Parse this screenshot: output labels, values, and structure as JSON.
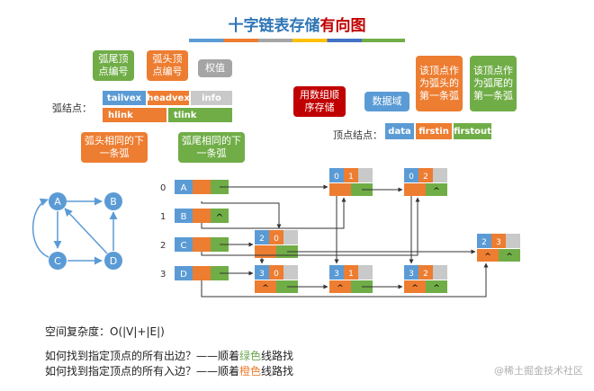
{
  "title": {
    "main": "十字链表存储",
    "highlight": "有向图"
  },
  "colors": {
    "blue": "#5b9bd5",
    "orange": "#ed7d31",
    "green": "#70ad47",
    "gray": "#c9c9c9",
    "red": "#c00000"
  },
  "arc_node": {
    "label": "弧结点：",
    "fields": {
      "tailvex": "tailvex",
      "headvex": "headvex",
      "info": "info",
      "hlink": "hlink",
      "tlink": "tlink"
    },
    "notes": {
      "tail_num": "弧尾顶点编号",
      "head_num": "弧头顶点编号",
      "weight": "权值",
      "hlink_desc": "弧头相同的下一条弧",
      "tlink_desc": "弧尾相同的下一条弧"
    }
  },
  "vertex_node": {
    "label": "顶点结点：",
    "fields": {
      "data": "data",
      "firstin": "firstin",
      "firstout": "firstout"
    },
    "notes": {
      "array": "用数组顺序存储",
      "data_desc": "数据域",
      "firstin_desc": "该顶点作为弧头的第一条弧",
      "firstout_desc": "该顶点作为弧尾的第一条弧"
    }
  },
  "graph": {
    "vertices": [
      "A",
      "B",
      "C",
      "D"
    ]
  },
  "lists": {
    "indices": [
      "0",
      "1",
      "2",
      "3"
    ],
    "rows": [
      {
        "data": "A",
        "arcs": [
          {
            "t": "0",
            "h": "1",
            "hl": "",
            "tl": ""
          },
          {
            "t": "0",
            "h": "2",
            "hl": "",
            "tl": "^"
          }
        ]
      },
      {
        "data": "B",
        "firstout": "^",
        "arcs": []
      },
      {
        "data": "C",
        "arcs": [
          {
            "t": "2",
            "h": "0",
            "hl": "",
            "tl": ""
          },
          {
            "t": "2",
            "h": "3",
            "hl": "^",
            "tl": "^"
          }
        ]
      },
      {
        "data": "D",
        "arcs": [
          {
            "t": "3",
            "h": "0",
            "hl": "^",
            "tl": ""
          },
          {
            "t": "3",
            "h": "1",
            "hl": "^",
            "tl": ""
          },
          {
            "t": "3",
            "h": "2",
            "hl": "^",
            "tl": "^"
          }
        ]
      }
    ]
  },
  "bottom": {
    "complexity": "空间复杂度：O(|V|+|E|)",
    "q_out_pre": "如何找到指定顶点的所有出边？——顺着",
    "q_out_color": "绿色",
    "q_out_post": "线路找",
    "q_in_pre": "如何找到指定顶点的所有入边？——顺着",
    "q_in_color": "橙色",
    "q_in_post": "线路找"
  },
  "watermark": "@稀土掘金技术社区"
}
